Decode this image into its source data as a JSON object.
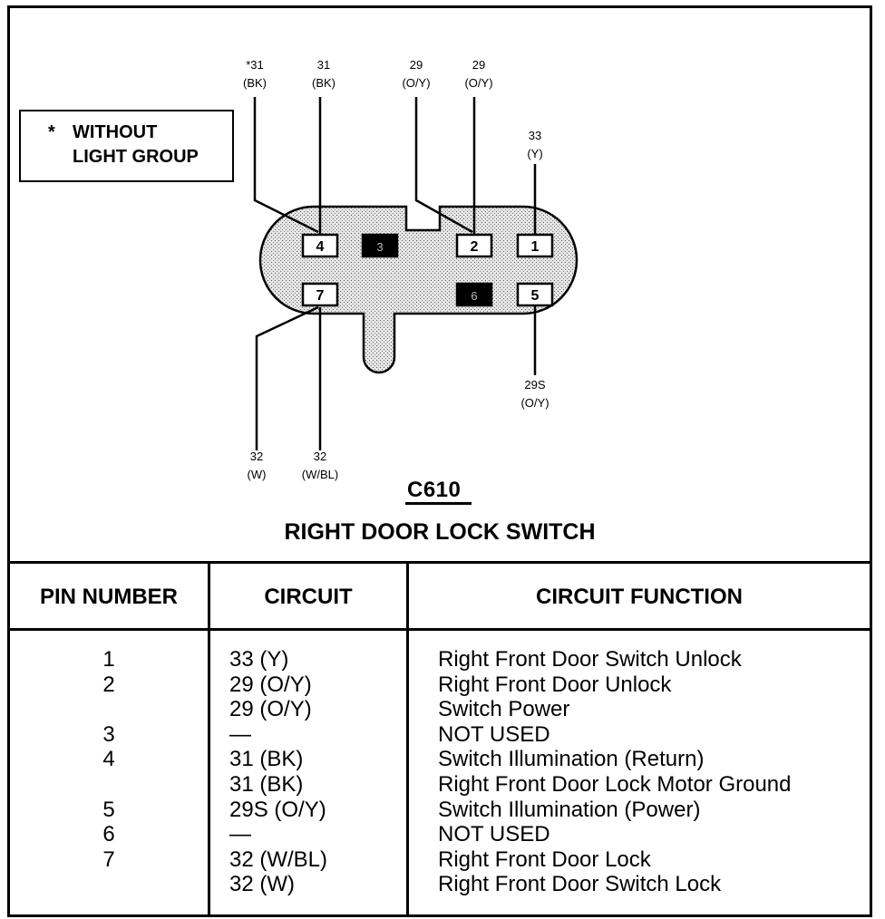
{
  "note": {
    "star": "*",
    "line1": "WITHOUT",
    "line2": "LIGHT GROUP"
  },
  "wires": [
    {
      "circuit": "*31",
      "color": "(BK)",
      "pin": "4"
    },
    {
      "circuit": "31",
      "color": "(BK)",
      "pin": "4"
    },
    {
      "circuit": "29",
      "color": "(O/Y)",
      "pin": "2"
    },
    {
      "circuit": "29",
      "color": "(O/Y)",
      "pin": "2"
    },
    {
      "circuit": "33",
      "color": "(Y)",
      "pin": "1"
    },
    {
      "circuit": "29S",
      "color": "(O/Y)",
      "pin": "5"
    },
    {
      "circuit": "32",
      "color": "(W)",
      "pin": "7"
    },
    {
      "circuit": "32",
      "color": "(W/BL)",
      "pin": "7"
    }
  ],
  "pins": [
    {
      "number": "4",
      "blank": false
    },
    {
      "number": "3",
      "blank": true
    },
    {
      "number": "2",
      "blank": false
    },
    {
      "number": "1",
      "blank": false
    },
    {
      "number": "7",
      "blank": false
    },
    {
      "number": "6",
      "blank": true
    },
    {
      "number": "5",
      "blank": false
    }
  ],
  "connector": {
    "id": "C610",
    "title": "RIGHT DOOR LOCK SWITCH"
  },
  "table": {
    "headers": {
      "pin": "PIN NUMBER",
      "circuit": "CIRCUIT",
      "function": "CIRCUIT FUNCTION"
    },
    "rows": [
      {
        "pin": "1",
        "circuit": "33 (Y)",
        "function": "Right Front Door Switch Unlock"
      },
      {
        "pin": "2",
        "circuit": "29 (O/Y)",
        "function": "Right Front Door Unlock"
      },
      {
        "pin": "",
        "circuit": "29 (O/Y)",
        "function": "Switch Power"
      },
      {
        "pin": "3",
        "circuit": "—",
        "function": "NOT USED"
      },
      {
        "pin": "4",
        "circuit": "31 (BK)",
        "function": "Switch Illumination (Return)"
      },
      {
        "pin": "",
        "circuit": "31 (BK)",
        "function": "Right Front Door Lock Motor Ground"
      },
      {
        "pin": "5",
        "circuit": "29S (O/Y)",
        "function": "Switch Illumination (Power)"
      },
      {
        "pin": "6",
        "circuit": "—",
        "function": "NOT USED"
      },
      {
        "pin": "7",
        "circuit": "32 (W/BL)",
        "function": "Right Front Door Lock"
      },
      {
        "pin": "",
        "circuit": "32 (W)",
        "function": "Right Front Door Switch Lock"
      }
    ]
  },
  "colors": {
    "ink": "#000000",
    "connector_fill": "#d9d9d9",
    "background": "#ffffff"
  }
}
